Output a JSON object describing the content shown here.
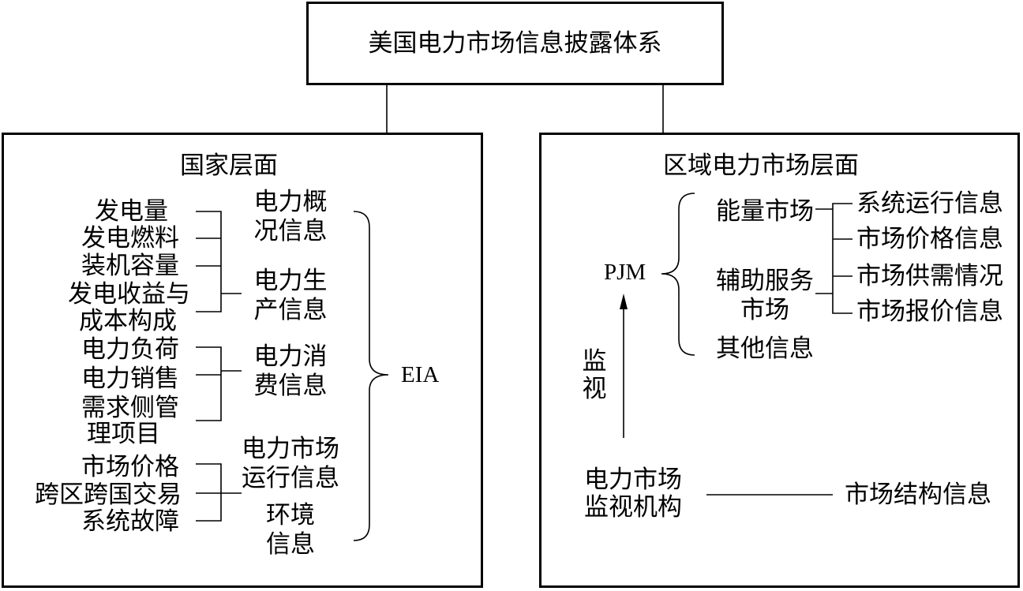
{
  "title": "美国电力市场信息披露体系",
  "national": {
    "heading": "国家层面",
    "sources": [
      "发电量",
      "发电燃料",
      "装机容量",
      "发电收益与",
      "成本构成",
      "电力负荷",
      "电力销售",
      "需求侧管",
      "理项目",
      "市场价格",
      "跨区跨国交易",
      "系统故障"
    ],
    "categories": [
      [
        "电力概",
        "况信息"
      ],
      [
        "电力生",
        "产信息"
      ],
      [
        "电力消",
        "费信息"
      ],
      [
        "电力市场",
        "运行信息"
      ],
      [
        "环境",
        "信息"
      ]
    ],
    "agency": "EIA"
  },
  "regional": {
    "heading": "区域电力市场层面",
    "rto": "PJM",
    "markets": {
      "energy": "能量市场",
      "ancillary": [
        "辅助服务",
        "市场"
      ],
      "other": "其他信息"
    },
    "info": [
      "系统运行信息",
      "市场价格信息",
      "市场供需情况",
      "市场报价信息"
    ],
    "monitor_label": [
      "监",
      "视"
    ],
    "monitor_agency": [
      "电力市场",
      "监视机构"
    ],
    "structure_info": "市场结构信息"
  }
}
